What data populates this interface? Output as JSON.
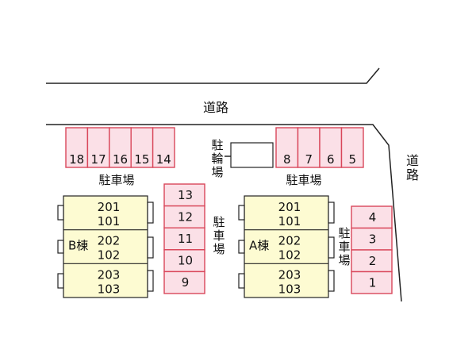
{
  "colors": {
    "parking_fill": "#fbe0e7",
    "parking_border": "#d9465a",
    "building_fill": "#fdfbd2",
    "line": "#222222",
    "text": "#111111"
  },
  "road_top": {
    "label": "道路"
  },
  "road_right": {
    "label": "道路"
  },
  "bicycle_parking": {
    "label": "駐輪場"
  },
  "parking_top_left": {
    "label": "駐車場",
    "stalls": [
      "18",
      "17",
      "16",
      "15",
      "14"
    ]
  },
  "parking_top_right": {
    "label": "駐車場",
    "stalls": [
      "8",
      "7",
      "6",
      "5"
    ]
  },
  "parking_middle": {
    "label": "駐車場",
    "stalls": [
      "13",
      "12",
      "11",
      "10",
      "9"
    ]
  },
  "parking_right": {
    "label": "駐車場",
    "stalls": [
      "4",
      "3",
      "2",
      "1"
    ]
  },
  "building_b": {
    "name": "B棟",
    "units": [
      {
        "upper": "201",
        "lower": "101"
      },
      {
        "upper": "202",
        "lower": "102"
      },
      {
        "upper": "203",
        "lower": "103"
      }
    ]
  },
  "building_a": {
    "name": "A棟",
    "units": [
      {
        "upper": "201",
        "lower": "101"
      },
      {
        "upper": "202",
        "lower": "102"
      },
      {
        "upper": "203",
        "lower": "103"
      }
    ]
  }
}
